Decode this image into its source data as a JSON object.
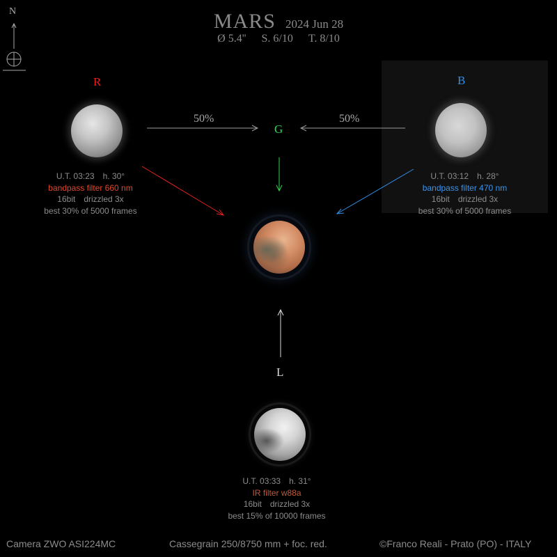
{
  "title": {
    "main": "MARS",
    "date": "2024 Jun 28"
  },
  "subtitle": {
    "diameter": "Ø 5.4''",
    "seeing": "S. 6/10",
    "transparency": "T. 8/10"
  },
  "compass": {
    "north_label": "N"
  },
  "channels": {
    "r_label": "R",
    "g_label": "G",
    "b_label": "B",
    "l_label": "L",
    "r_weight": "50%",
    "b_weight": "50%"
  },
  "red_info": {
    "time": "U.T. 03:23",
    "height": "h. 30°",
    "filter": "bandpass filter 660 nm",
    "bitdepth": "16bit",
    "drizzle": "drizzled 3x",
    "frames": "best 30% of 5000 frames"
  },
  "blue_info": {
    "time": "U.T. 03:12",
    "height": "h. 28°",
    "filter": "bandpass filter 470 nm",
    "bitdepth": "16bit",
    "drizzle": "drizzled 3x",
    "frames": "best 30% of 5000 frames"
  },
  "lum_info": {
    "time": "U.T. 03:33",
    "height": "h. 31°",
    "filter": "IR filter w88a",
    "bitdepth": "16bit",
    "drizzle": "drizzled 3x",
    "frames": "best 15% of 10000 frames"
  },
  "footer": {
    "camera": "Camera ZWO ASI224MC",
    "telescope": "Cassegrain 250/8750 mm + foc. red.",
    "credit": "©Franco Reali - Prato (PO) - ITALY"
  },
  "colors": {
    "red": "#e8201c",
    "green": "#2cd64a",
    "blue": "#2f8fe8",
    "arrow_gray": "#9a9a9a"
  }
}
